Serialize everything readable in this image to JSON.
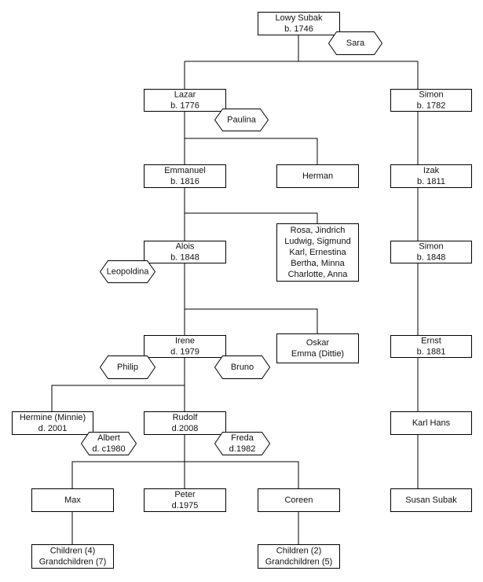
{
  "persons": {
    "lowy_subak": [
      "Lowy Subak",
      "b. 1746"
    ],
    "sara": [
      "Sara"
    ],
    "lazar": [
      "Lazar",
      "b. 1776"
    ],
    "paulina": [
      "Paulina"
    ],
    "simon_1782": [
      "Simon",
      "b. 1782"
    ],
    "emmanuel": [
      "Emmanuel",
      "b. 1816"
    ],
    "herman": [
      "Herman"
    ],
    "izak": [
      "Izak",
      "b. 1811"
    ],
    "siblings": [
      "Rosa, Jindrich",
      "Ludwig, Sigmund",
      "Karl, Ernestina",
      "Bertha, Minna",
      "Charlotte, Anna"
    ],
    "alois": [
      "Alois",
      "b. 1848"
    ],
    "leopoldina": [
      "Leopoldina"
    ],
    "simon_1848": [
      "Simon",
      "b. 1848"
    ],
    "irene": [
      "Irene",
      "d. 1979"
    ],
    "oskar": [
      "Oskar",
      "Emma (Dittie)"
    ],
    "ernst": [
      "Ernst",
      "b. 1881"
    ],
    "philip": [
      "Philip"
    ],
    "bruno": [
      "Bruno"
    ],
    "hermine": [
      "Hermine (Minnie)",
      "d. 2001"
    ],
    "rudolf": [
      "Rudolf",
      "d.2008"
    ],
    "karl_hans": [
      "Karl Hans"
    ],
    "albert": [
      "Albert",
      "d. c1980"
    ],
    "freda": [
      "Freda",
      "d.1982"
    ],
    "max": [
      "Max"
    ],
    "peter": [
      "Peter",
      "d.1975"
    ],
    "coreen": [
      "Coreen"
    ],
    "susan": [
      "Susan Subak"
    ],
    "max_children": [
      "Children (4)",
      "Grandchildren (7)"
    ],
    "coreen_children": [
      "Children (2)",
      "Grandchildren (5)"
    ]
  }
}
